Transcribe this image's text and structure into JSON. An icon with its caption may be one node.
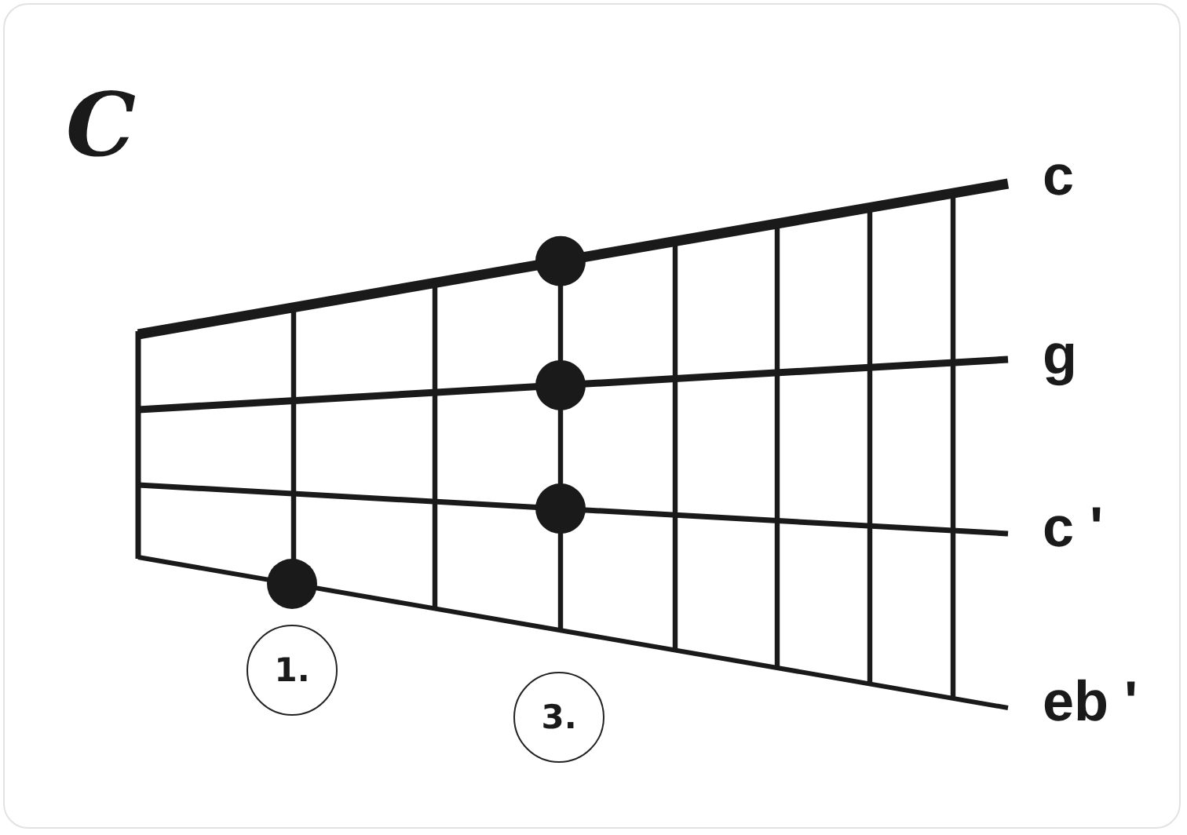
{
  "diagram": {
    "title": "C",
    "nodes": [
      {
        "text": [
          "1."
        ]
      },
      {
        "text": [
          "3."
        ]
      }
    ],
    "labels": [
      "c",
      "g",
      "c '",
      "eb '"
    ]
  }
}
